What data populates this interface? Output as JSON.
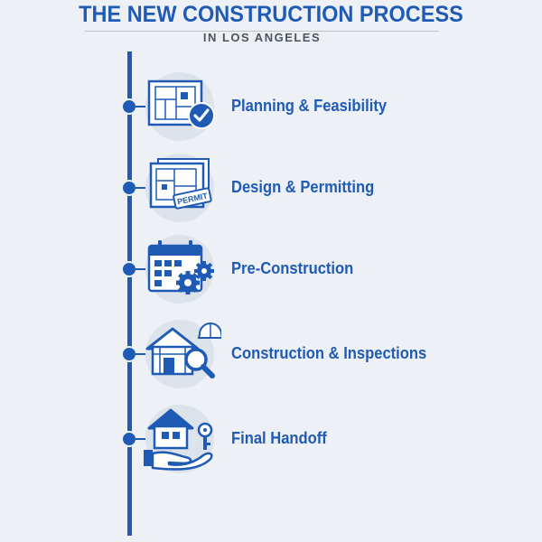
{
  "header": {
    "title": "THE NEW CONSTRUCTION PROCESS",
    "subtitle": "IN LOS ANGELES"
  },
  "colors": {
    "accent": "#1f5bb5",
    "background": "#edf0f4",
    "subtitle": "#4c5361"
  },
  "steps": [
    {
      "label": "Planning & Feasibility",
      "icon": "blueprint-checkmark-icon"
    },
    {
      "label": "Design & Permitting",
      "icon": "blueprint-permit-icon",
      "badge": "PERMIT"
    },
    {
      "label": "Pre-Construction",
      "icon": "calendar-gears-icon"
    },
    {
      "label": "Construction & Inspections",
      "icon": "house-frame-magnifier-icon"
    },
    {
      "label": "Final Handoff",
      "icon": "house-hand-key-icon"
    }
  ]
}
